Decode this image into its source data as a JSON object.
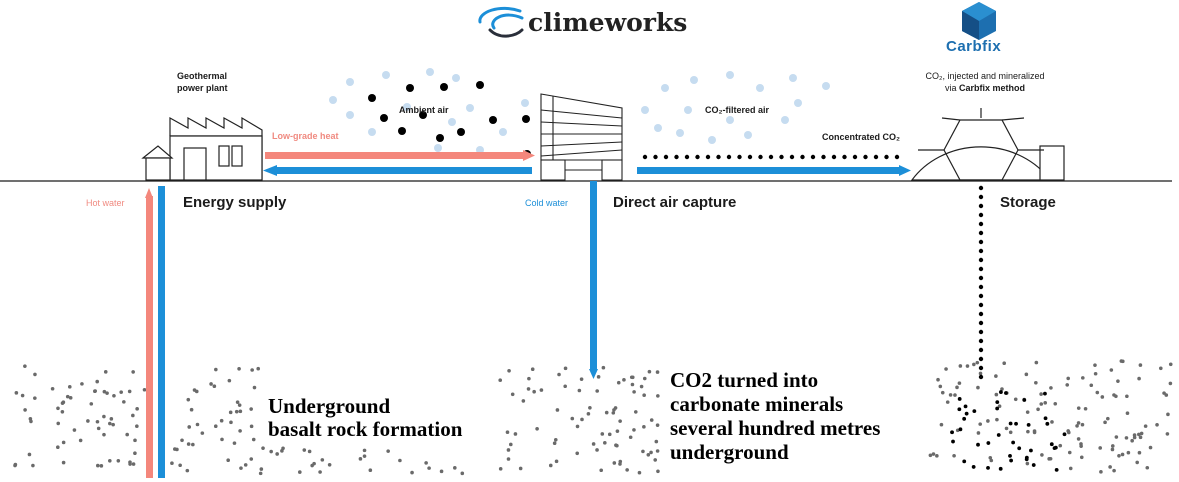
{
  "header": {
    "climeworks_logo": "climeworks",
    "carbfix_logo": "Carbfix"
  },
  "labels": {
    "geothermal": [
      "Geothermal",
      "power plant"
    ],
    "ambient_air": "Ambient air",
    "low_grade_heat": "Low-grade heat",
    "co2_filtered_air": "CO₂-filtered air",
    "concentrated_co2": "Concentrated CO₂",
    "carbfix_caption_line1": "CO₂, injected and mineralized",
    "carbfix_caption_line2_prefix": "via ",
    "carbfix_caption_line2_bold": "Carbfix method",
    "hot_water": "Hot water",
    "cold_water": "Cold water",
    "energy_supply": "Energy supply",
    "direct_air_capture": "Direct air capture",
    "storage": "Storage",
    "underground_basalt": [
      "Underground",
      "basalt rock formation"
    ],
    "co2_turned": [
      "CO2 turned into",
      "carbonate minerals",
      "several hundred metres",
      "underground"
    ]
  },
  "colors": {
    "heat": "#f4877c",
    "cold": "#1c8fd8",
    "dot_light": "#c6dcf0",
    "dot_dark": "#000000",
    "rock_dot": "#6a6a6a",
    "carbfix_blue": "#1d6fb0"
  },
  "icons": [
    "climeworks-swoosh-icon",
    "carbfix-hex-icon",
    "power-plant-icon",
    "dac-collector-icon",
    "storage-dome-icon"
  ]
}
